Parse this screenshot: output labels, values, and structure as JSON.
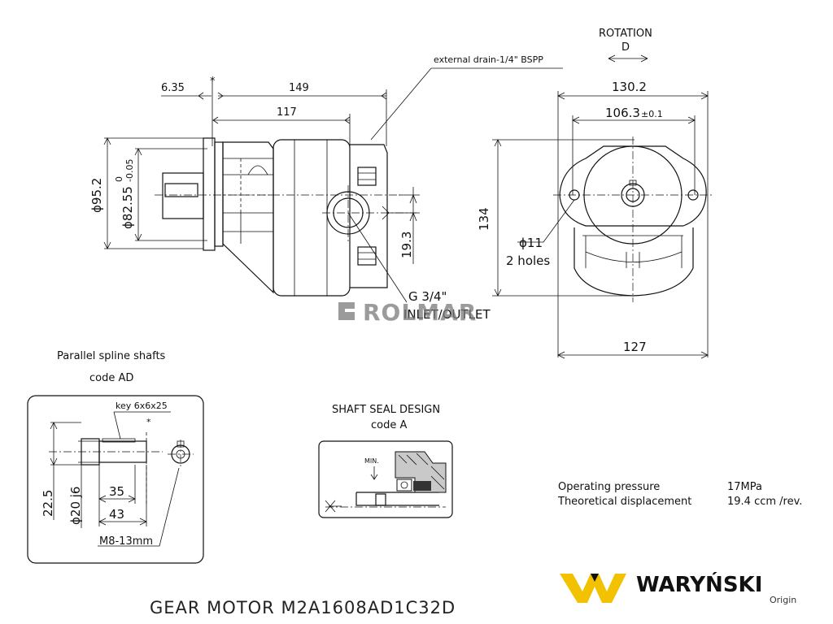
{
  "title": "GEAR MOTOR  M2A1608AD1C32D",
  "watermark": "ROLMAR",
  "rotation": {
    "label": "ROTATION",
    "code": "D"
  },
  "drain_label": "external drain-1/4\" BSPP",
  "side_view": {
    "dim_635": "6.35",
    "dim_star": "*",
    "dim_149": "149",
    "dim_117": "117",
    "dim_952": "ϕ95.2",
    "dim_8255": "ϕ82.55",
    "dim_8255_tol_upper": "0",
    "dim_8255_tol_lower": "-0.05",
    "dim_193": "19.3",
    "port_label": "G 3/4\"",
    "port_sub": "INLET/OUTLET"
  },
  "front_view": {
    "dim_1302": "130.2",
    "dim_1063": "106.3",
    "dim_1063_tol": "±0.1",
    "dim_134": "134",
    "dim_127": "127",
    "holes_dia": "ϕ11",
    "holes_label": "2 holes"
  },
  "shaft": {
    "heading_1": "Parallel spline shafts",
    "heading_2": "code AD",
    "key_label": "key 6x6x25",
    "star": "*",
    "dim_225": "22.5",
    "dim_20j6": "ϕ20 j6",
    "dim_35": "35",
    "dim_43": "43",
    "thread": "M8-13mm"
  },
  "seal": {
    "heading_1": "SHAFT SEAL DESIGN",
    "heading_2": "code A",
    "min_label": "MIN."
  },
  "specs": [
    {
      "label": "Operating pressure",
      "value": "17MPa"
    },
    {
      "label": "Theoretical displacement",
      "value": "19.4 ccm /rev."
    }
  ],
  "brand": {
    "name": "WARYŃSKI",
    "sub": "Origin",
    "color_yellow": "#f2c200",
    "color_dark": "#111111"
  }
}
